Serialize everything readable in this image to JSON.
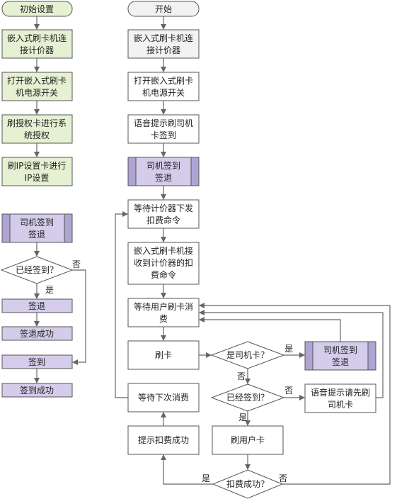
{
  "colors": {
    "green": "#e6f0d2",
    "purple": "#d4ccea",
    "purple_bar": "#aea5d4",
    "white": "#ffffff",
    "start": "#f2f2f2",
    "edge": "#666666",
    "border": "#555555"
  },
  "left_flow": {
    "start": "初始设置",
    "step1": [
      "嵌入式刷卡机连",
      "接计价器"
    ],
    "step2": [
      "打开嵌入式刷卡",
      "机电源开关"
    ],
    "step3": [
      "刷授权卡进行系",
      "统授权"
    ],
    "step4": [
      "刷IP设置卡进行",
      "IP设置"
    ]
  },
  "left_sub": {
    "title": [
      "司机签到",
      "签退"
    ],
    "decision": "已经签到？",
    "yes": "是",
    "no": "否",
    "signout": "签退",
    "signout_ok": "签退成功",
    "signin": "签到",
    "signin_ok": "签到成功"
  },
  "main_flow": {
    "start": "开始",
    "step1": [
      "嵌入式刷卡机连",
      "接计价器"
    ],
    "step2": [
      "打开嵌入式刷卡",
      "机电源开关"
    ],
    "step3": [
      "语音提示刷司机",
      "卡签到"
    ],
    "step4": [
      "司机签到",
      "签退"
    ],
    "step5": [
      "等待计价器下发",
      "扣费命令"
    ],
    "step6": [
      "嵌入式刷卡机接",
      "收到计价器的扣",
      "费命令"
    ],
    "step7": [
      "等待用户刷卡消",
      "费"
    ],
    "swipe": "刷卡",
    "is_driver": "是司机卡？",
    "driver_sign": [
      "司机签到",
      "签退"
    ],
    "signed_in": "已经签到？",
    "voice_driver": [
      "语音提示请先刷",
      "司机卡"
    ],
    "wait_next": "等待下次消费",
    "swipe_user": "刷用户卡",
    "success_tip": "提示扣费成功",
    "deduct_ok": "扣费成功？",
    "yes": "是",
    "no": "否"
  }
}
